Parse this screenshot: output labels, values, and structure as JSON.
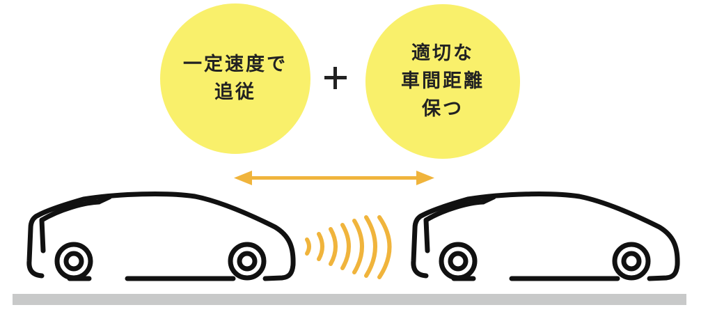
{
  "bubbles": {
    "left": {
      "lines": [
        "一定速度で",
        "追従"
      ]
    },
    "right": {
      "lines": [
        "適切な",
        "車間距離",
        "保つ"
      ]
    }
  },
  "icons": [
    "plus-icon",
    "double-arrow-icon",
    "radar-wave-icon",
    "car-icon"
  ],
  "colors": {
    "bubble": "#f9f06b",
    "arrow": "#f0b43c",
    "waves": "#f0b43c",
    "car_outline": "#111111",
    "road": "#c8c9c9",
    "text": "#222222"
  }
}
